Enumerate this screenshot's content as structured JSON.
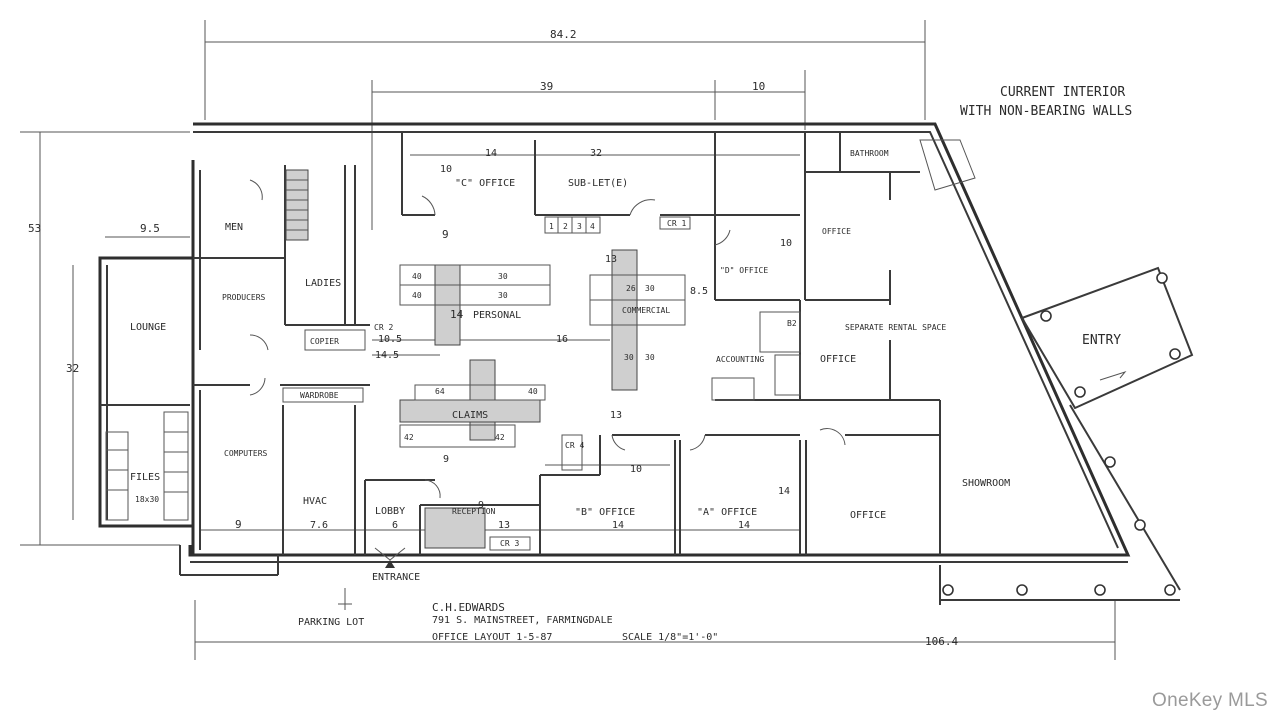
{
  "note": {
    "line1": "CURRENT INTERIOR",
    "line2": "WITH NON-BEARING WALLS"
  },
  "dimensions": {
    "overall_top": "84.2",
    "mid_top": "39",
    "right_top": "10",
    "left_height": "53",
    "lounge_height": "32",
    "lounge_width": "9.5",
    "c_office_width": "14",
    "c_office_depth": "10",
    "sublet_width": "32",
    "personal_a": "9",
    "personal_b": "14",
    "d_office_depth": "10",
    "commercial_depth": "13",
    "commercial_width": "8.5",
    "ladies_w1": "10.5",
    "ladies_w2": "14.5",
    "corridor": "16",
    "claims_depth": "13",
    "lobby_depth": "9",
    "reception_depth": "9",
    "b_office_depth": "10",
    "a_office_depth": "14",
    "computers_width": "9",
    "hvac_width": "7.6",
    "lobby_width": "6",
    "reception_width": "13",
    "b_office_width": "14",
    "a_office_width": "14",
    "overall_bottom": "106.4"
  },
  "rooms": {
    "men": "MEN",
    "ladies": "LADIES",
    "producers": "PRODUCERS",
    "lounge": "LOUNGE",
    "files": "FILES",
    "files_note": "18x30",
    "computers": "COMPUTERS",
    "hvac": "HVAC",
    "wardrobe": "WARDROBE",
    "lobby": "LOBBY",
    "reception": "RECEPTION",
    "c_office": "\"C\" OFFICE",
    "sublet": "SUB-LET(E)",
    "personal": "PERSONAL",
    "commercial": "COMMERCIAL",
    "claims": "CLAIMS",
    "d_office": "\"D\" OFFICE",
    "accounting": "ACCOUNTING",
    "b_office": "\"B\" OFFICE",
    "a_office": "\"A\" OFFICE",
    "bathroom": "BATHROOM",
    "office_upper": "OFFICE",
    "separate_rental": "SEPARATE RENTAL SPACE",
    "office_mid": "OFFICE",
    "office_lower": "OFFICE",
    "showroom": "SHOWROOM",
    "entry": "ENTRY",
    "copier": "COPIER",
    "cr1": "CR 1",
    "cr2": "CR 2",
    "cr3": "CR 3",
    "cr4": "CR 4",
    "cabinets": [
      "1",
      "2",
      "3",
      "4"
    ]
  },
  "desk_numbers": {
    "personal": [
      "40",
      "30",
      "40",
      "30"
    ],
    "commercial": [
      "26",
      "30",
      "30",
      "30"
    ],
    "claims": [
      "64",
      "40",
      "42",
      "42"
    ],
    "accounting": "B2"
  },
  "entrance": "ENTRANCE",
  "parking": "PARKING LOT",
  "title_block": {
    "name": "C.H.EDWARDS",
    "address": "791 S. MAINSTREET, FARMINGDALE",
    "layout": "OFFICE LAYOUT  1-5-87",
    "scale": "SCALE 1/8\"=1'-0\""
  },
  "watermark": "OneKey MLS"
}
